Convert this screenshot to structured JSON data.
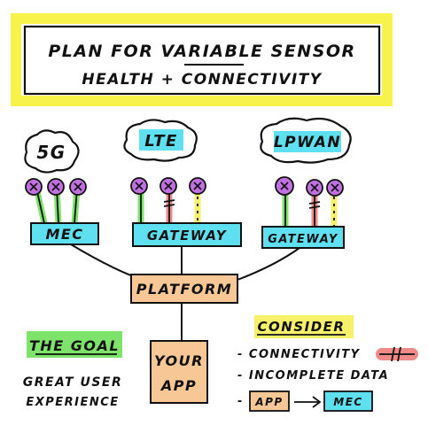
{
  "title": {
    "line1": "PLAN FOR VARIABLE SENSOR",
    "line2": "HEALTH + CONNECTIVITY"
  },
  "networks": {
    "fiveg": "5G",
    "lte": "LTE",
    "lpwan": "LPWAN"
  },
  "nodes": {
    "mec": "MEC",
    "gateway_lte": "GATEWAY",
    "gateway_lpwan": "GATEWAY",
    "platform": "PLATFORM",
    "your_app_line1": "YOUR",
    "your_app_line2": "APP"
  },
  "goal": {
    "heading": "THE GOAL",
    "line1": "GREAT USER",
    "line2": "EXPERIENCE"
  },
  "consider": {
    "heading": "CONSIDER",
    "item1": "- CONNECTIVITY",
    "item2": "- INCOMPLETE DATA",
    "item3_dash": "-",
    "app": "APP",
    "mec": "MEC"
  },
  "colors": {
    "title_highlight": "#f7f34a",
    "cyan": "#5ee0f0",
    "orange": "#f8c796",
    "sensor": "#c070e0",
    "green": "#7ee36a",
    "red": "#f08a88",
    "yellow": "#f6f06a"
  }
}
